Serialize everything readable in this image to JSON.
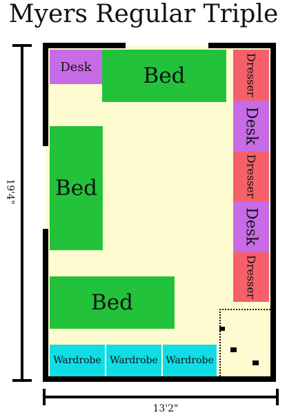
{
  "title": "Myers Regular Triple",
  "dimensions": {
    "height": "19'4\"",
    "width": "13'2\""
  },
  "furniture": {
    "bed_top": "Bed",
    "bed_left": "Bed",
    "bed_bottom": "Bed",
    "desk_corner": "Desk",
    "desk_right_1": "Desk",
    "desk_right_2": "Desk",
    "dresser_1": "Dresser",
    "dresser_2": "Dresser",
    "dresser_3": "Dresser",
    "wardrobe_1": "Wardrobe",
    "wardrobe_2": "Wardrobe",
    "wardrobe_3": "Wardrobe"
  },
  "colors": {
    "floor": "#fffbd0",
    "bed": "#22c23a",
    "desk": "#c76be6",
    "dresser": "#f5606a",
    "wardrobe": "#10dde6",
    "wall": "#000000"
  }
}
